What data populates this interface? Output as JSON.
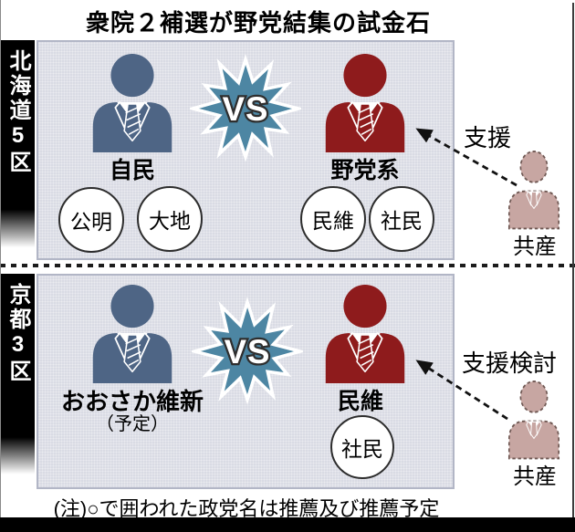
{
  "title": "衆院２補選が野党結集の試金石",
  "vs_label": "VS",
  "note": "(注)○で囲われた政党名は推薦及び推薦予定",
  "colors": {
    "person_blue": "#4e6585",
    "person_red": "#8e1b1c",
    "person_pink": "#c7a6a2",
    "star_blue": "#4d86a3",
    "panel_bg": "#d9dbe4",
    "panel_border": "#b2b6c6",
    "text": "#111111"
  },
  "districts": [
    {
      "label": "北海道5区",
      "left_party": "自民",
      "left_endorsers": [
        "公明",
        "大地"
      ],
      "right_party": "野党系",
      "right_endorsers": [
        "民維",
        "社民"
      ],
      "supporter": "共産",
      "support_action": "支援"
    },
    {
      "label": "京都3区",
      "left_party": "おおさか維新",
      "left_party_note": "（予定）",
      "right_party": "民維",
      "right_endorsers": [
        "社民"
      ],
      "supporter": "共産",
      "support_action": "支援検討"
    }
  ]
}
